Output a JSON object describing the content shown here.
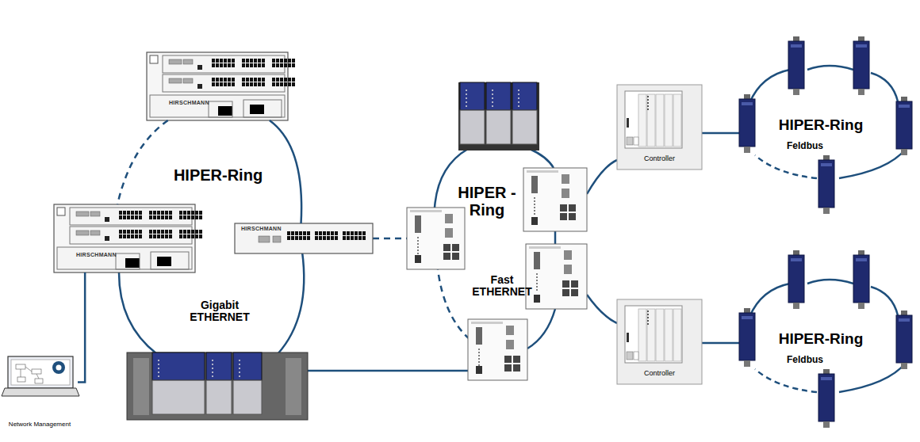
{
  "diagram": {
    "nodes": [
      {
        "text": [
          "HIRSCHMANN"
        ]
      },
      {
        "text": [
          "HIRSCHMANN"
        ]
      },
      {
        "text": [
          "HIRSCHMANN"
        ]
      },
      {
        "text": [
          "Controller"
        ]
      },
      {
        "text": [
          "Controller"
        ]
      },
      {
        "text": [
          "Network Management"
        ]
      }
    ],
    "edges": [
      {
        "from": 0,
        "to": 1,
        "arrow": "none"
      },
      {
        "from": 0,
        "to": 2,
        "arrow": "none"
      },
      {
        "from": 1,
        "to": 5,
        "arrow": "none"
      }
    ],
    "labels": [
      "HIPER-Ring",
      "Gigabit ETHERNET",
      "HIPER -Ring",
      "Fast ETHERNET",
      "HIPER-Ring",
      "Feldbus",
      "HIPER-Ring",
      "Feldbus"
    ]
  }
}
